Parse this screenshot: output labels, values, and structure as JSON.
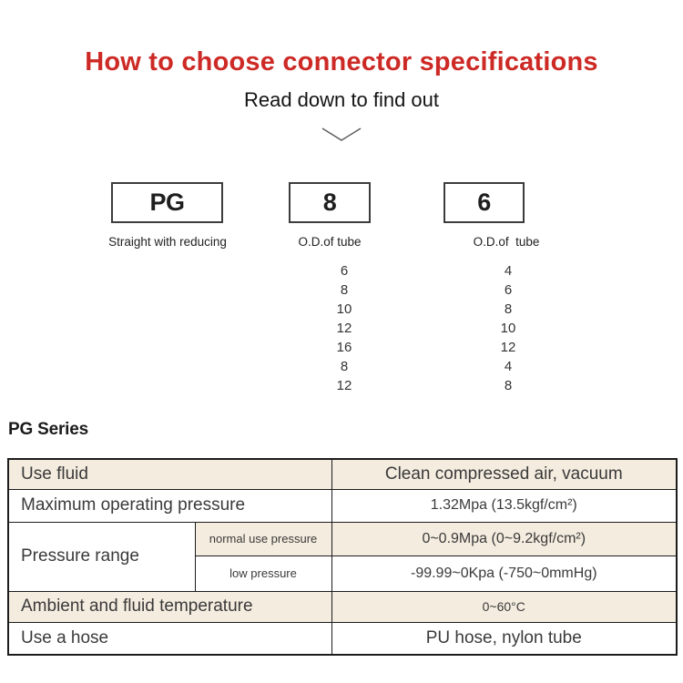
{
  "header": {
    "title": "How to choose connector specifications",
    "subtitle": "Read down to find out"
  },
  "breakdown": {
    "segments": [
      {
        "code": "PG",
        "label": "Straight with reducing",
        "sizes": []
      },
      {
        "code": "8",
        "label": "O.D.of tube",
        "sizes": [
          "6",
          "8",
          "10",
          "12",
          "16",
          "8",
          "12"
        ]
      },
      {
        "code": "6",
        "label": "O.D.of  tube",
        "sizes": [
          "4",
          "6",
          "8",
          "10",
          "12",
          "4",
          "8"
        ]
      }
    ]
  },
  "series_heading": "PG Series",
  "spec_table": {
    "use_fluid": {
      "label": "Use fluid",
      "value": "Clean compressed air, vacuum"
    },
    "max_pressure": {
      "label": "Maximum operating pressure",
      "value": "1.32Mpa (13.5kgf/cm²)"
    },
    "pressure_range": {
      "label": "Pressure range",
      "normal": {
        "label": "normal use pressure",
        "value": "0~0.9Mpa (0~9.2kgf/cm²)"
      },
      "low": {
        "label": "low pressure",
        "value": "-99.99~0Kpa (-750~0mmHg)"
      }
    },
    "ambient_temp": {
      "label": "Ambient and fluid temperature",
      "value": "0~60°C"
    },
    "hose": {
      "label": "Use a hose",
      "value": "PU hose, nylon tube"
    }
  },
  "colors": {
    "accent_red": "#cd2a26",
    "row_highlight": "#f4ecdf",
    "table_border": "#1c1c1c"
  }
}
